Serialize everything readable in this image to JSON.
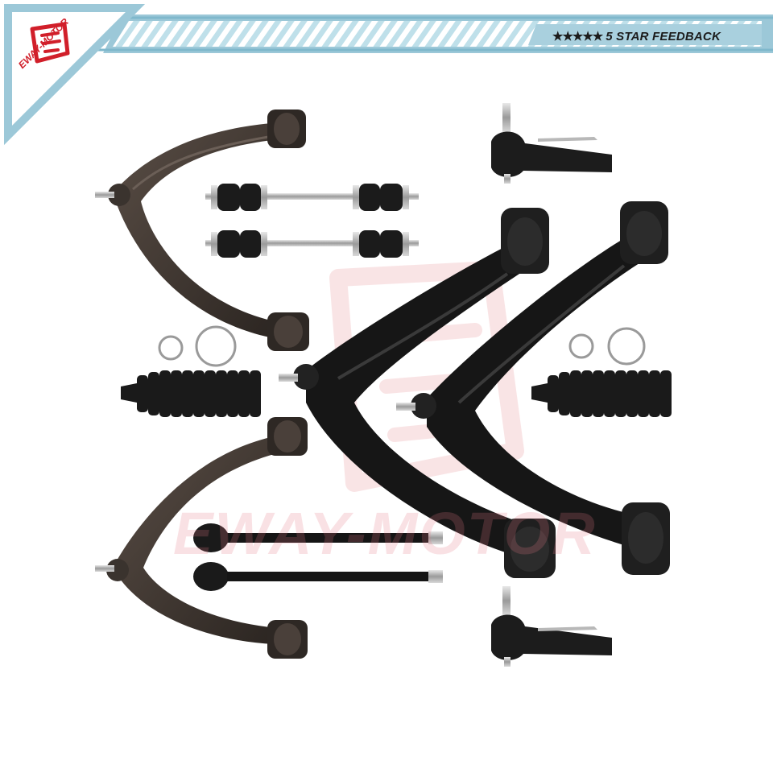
{
  "banner": {
    "stars": "★★★★★",
    "text": "5 STAR FEEDBACK",
    "stripe_color": "#7fb8cc",
    "band_color": "#9cc8d8"
  },
  "logo": {
    "text": "EWAY-MOTOR",
    "color": "#d11f2a"
  },
  "watermark": {
    "text": "EWAY-MOTOR",
    "color": "#e27882"
  },
  "parts": {
    "upper_control_arms": 2,
    "lower_control_arms": 2,
    "sway_bar_links": 2,
    "outer_tie_rod_ends": 2,
    "inner_tie_rods": 2,
    "rack_boots": 2,
    "boot_clamps": 4
  }
}
